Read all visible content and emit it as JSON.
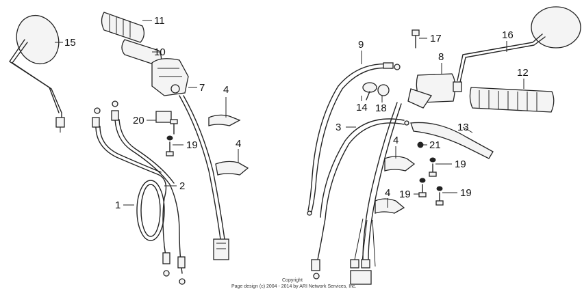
{
  "callouts": {
    "c1": "1",
    "c2": "2",
    "c3": "3",
    "c4a": "4",
    "c4b": "4",
    "c4c": "4",
    "c4d": "4",
    "c7": "7",
    "c8": "8",
    "c9": "9",
    "c10": "10",
    "c11": "11",
    "c12": "12",
    "c13": "13",
    "c14": "14",
    "c15": "15",
    "c16": "16",
    "c17": "17",
    "c18": "18",
    "c19a": "19",
    "c19b": "19",
    "c19c": "19",
    "c19d": "19",
    "c20": "20",
    "c21": "21"
  },
  "copyright": {
    "line1": "Copyright",
    "line2": "Page design (c) 2004 - 2014 by ARI Network Services, Inc."
  }
}
